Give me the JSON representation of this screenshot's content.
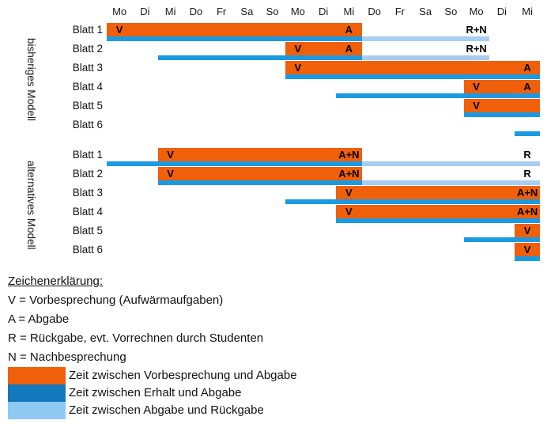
{
  "colors": {
    "orange": "#f05f09",
    "blue": "#1b9ae2",
    "lightblue": "#a9ccf1",
    "legend_blue": "#1478bd",
    "legend_lightblue": "#8fc8f3",
    "text": "#111111"
  },
  "chart_data": {
    "type": "gantt",
    "day_labels": [
      "Mo",
      "Di",
      "Mi",
      "Do",
      "Fr",
      "Sa",
      "So",
      "Mo",
      "Di",
      "Mi",
      "Do",
      "Fr",
      "Sa",
      "So",
      "Mo",
      "Di",
      "Mi"
    ],
    "num_day_columns": 17,
    "bar_kinds": {
      "orange": "Zeit zwischen Vorbesprechung und Abgabe",
      "blue": "Zeit zwischen Erhalt und Abgabe",
      "lightblue": "Zeit zwischen Abgabe und Rückgabe"
    },
    "sections": [
      {
        "name": "bisheriges Modell",
        "rows": [
          {
            "label": "Blatt 1",
            "bars": [
              {
                "type": "orange",
                "from": 0,
                "to": 10
              },
              {
                "type": "blue",
                "from": 0,
                "to": 10
              },
              {
                "type": "lightblue",
                "from": 10,
                "to": 15
              }
            ],
            "markers": [
              {
                "text": "V",
                "day": 0
              },
              {
                "text": "A",
                "day": 9
              },
              {
                "text": "R+N",
                "day": 14
              }
            ]
          },
          {
            "label": "Blatt 2",
            "bars": [
              {
                "type": "orange",
                "from": 7,
                "to": 10
              },
              {
                "type": "blue",
                "from": 2,
                "to": 10
              },
              {
                "type": "lightblue",
                "from": 10,
                "to": 15
              }
            ],
            "markers": [
              {
                "text": "V",
                "day": 7
              },
              {
                "text": "A",
                "day": 9
              },
              {
                "text": "R+N",
                "day": 14
              }
            ]
          },
          {
            "label": "Blatt 3",
            "bars": [
              {
                "type": "orange",
                "from": 7,
                "to": 17
              },
              {
                "type": "blue",
                "from": 7,
                "to": 17
              }
            ],
            "markers": [
              {
                "text": "V",
                "day": 7
              },
              {
                "text": "A",
                "day": 16
              }
            ]
          },
          {
            "label": "Blatt 4",
            "bars": [
              {
                "type": "orange",
                "from": 14,
                "to": 17
              },
              {
                "type": "blue",
                "from": 9,
                "to": 17
              }
            ],
            "markers": [
              {
                "text": "V",
                "day": 14
              },
              {
                "text": "A",
                "day": 16
              }
            ]
          },
          {
            "label": "Blatt 5",
            "bars": [
              {
                "type": "orange",
                "from": 14,
                "to": 17
              },
              {
                "type": "blue",
                "from": 14,
                "to": 17
              }
            ],
            "markers": [
              {
                "text": "V",
                "day": 14
              }
            ]
          },
          {
            "label": "Blatt 6",
            "bars": [
              {
                "type": "blue",
                "from": 16,
                "to": 17
              }
            ],
            "markers": []
          }
        ]
      },
      {
        "name": "alternatives Modell",
        "rows": [
          {
            "label": "Blatt 1",
            "bars": [
              {
                "type": "orange",
                "from": 2,
                "to": 10
              },
              {
                "type": "blue",
                "from": 0,
                "to": 10
              },
              {
                "type": "lightblue",
                "from": 10,
                "to": 17
              }
            ],
            "markers": [
              {
                "text": "V",
                "day": 2
              },
              {
                "text": "A+N",
                "day": 9
              },
              {
                "text": "R",
                "day": 16
              }
            ]
          },
          {
            "label": "Blatt 2",
            "bars": [
              {
                "type": "orange",
                "from": 2,
                "to": 10
              },
              {
                "type": "blue",
                "from": 2,
                "to": 10
              },
              {
                "type": "lightblue",
                "from": 10,
                "to": 17
              }
            ],
            "markers": [
              {
                "text": "V",
                "day": 2
              },
              {
                "text": "A+N",
                "day": 9
              },
              {
                "text": "R",
                "day": 16
              }
            ]
          },
          {
            "label": "Blatt 3",
            "bars": [
              {
                "type": "orange",
                "from": 9,
                "to": 17
              },
              {
                "type": "blue",
                "from": 7,
                "to": 17
              }
            ],
            "markers": [
              {
                "text": "V",
                "day": 9
              },
              {
                "text": "A+N",
                "day": 16
              }
            ]
          },
          {
            "label": "Blatt 4",
            "bars": [
              {
                "type": "orange",
                "from": 9,
                "to": 17
              },
              {
                "type": "blue",
                "from": 9,
                "to": 17
              }
            ],
            "markers": [
              {
                "text": "V",
                "day": 9
              },
              {
                "text": "A+N",
                "day": 16
              }
            ]
          },
          {
            "label": "Blatt 5",
            "bars": [
              {
                "type": "orange",
                "from": 16,
                "to": 17
              },
              {
                "type": "blue",
                "from": 14,
                "to": 17
              }
            ],
            "markers": [
              {
                "text": "V",
                "day": 16
              }
            ]
          },
          {
            "label": "Blatt 6",
            "bars": [
              {
                "type": "orange",
                "from": 16,
                "to": 17
              },
              {
                "type": "blue",
                "from": 16,
                "to": 17
              }
            ],
            "markers": [
              {
                "text": "V",
                "day": 16
              }
            ]
          }
        ]
      }
    ]
  },
  "legend": {
    "title": "Zeichenerklärung:",
    "abbreviations": [
      "V = Vorbesprechung (Aufwärmaufgaben)",
      "A = Abgabe",
      "R = Rückgabe, evt. Vorrechnen durch Studenten",
      "N = Nachbesprechung"
    ],
    "swatches": [
      {
        "label": "Zeit zwischen Vorbesprechung und Abgabe",
        "color": "#f05f09"
      },
      {
        "label": "Zeit zwischen Erhalt und Abgabe",
        "color": "#1478bd"
      },
      {
        "label": "Zeit zwischen Abgabe und Rückgabe",
        "color": "#8fc8f3"
      }
    ]
  }
}
